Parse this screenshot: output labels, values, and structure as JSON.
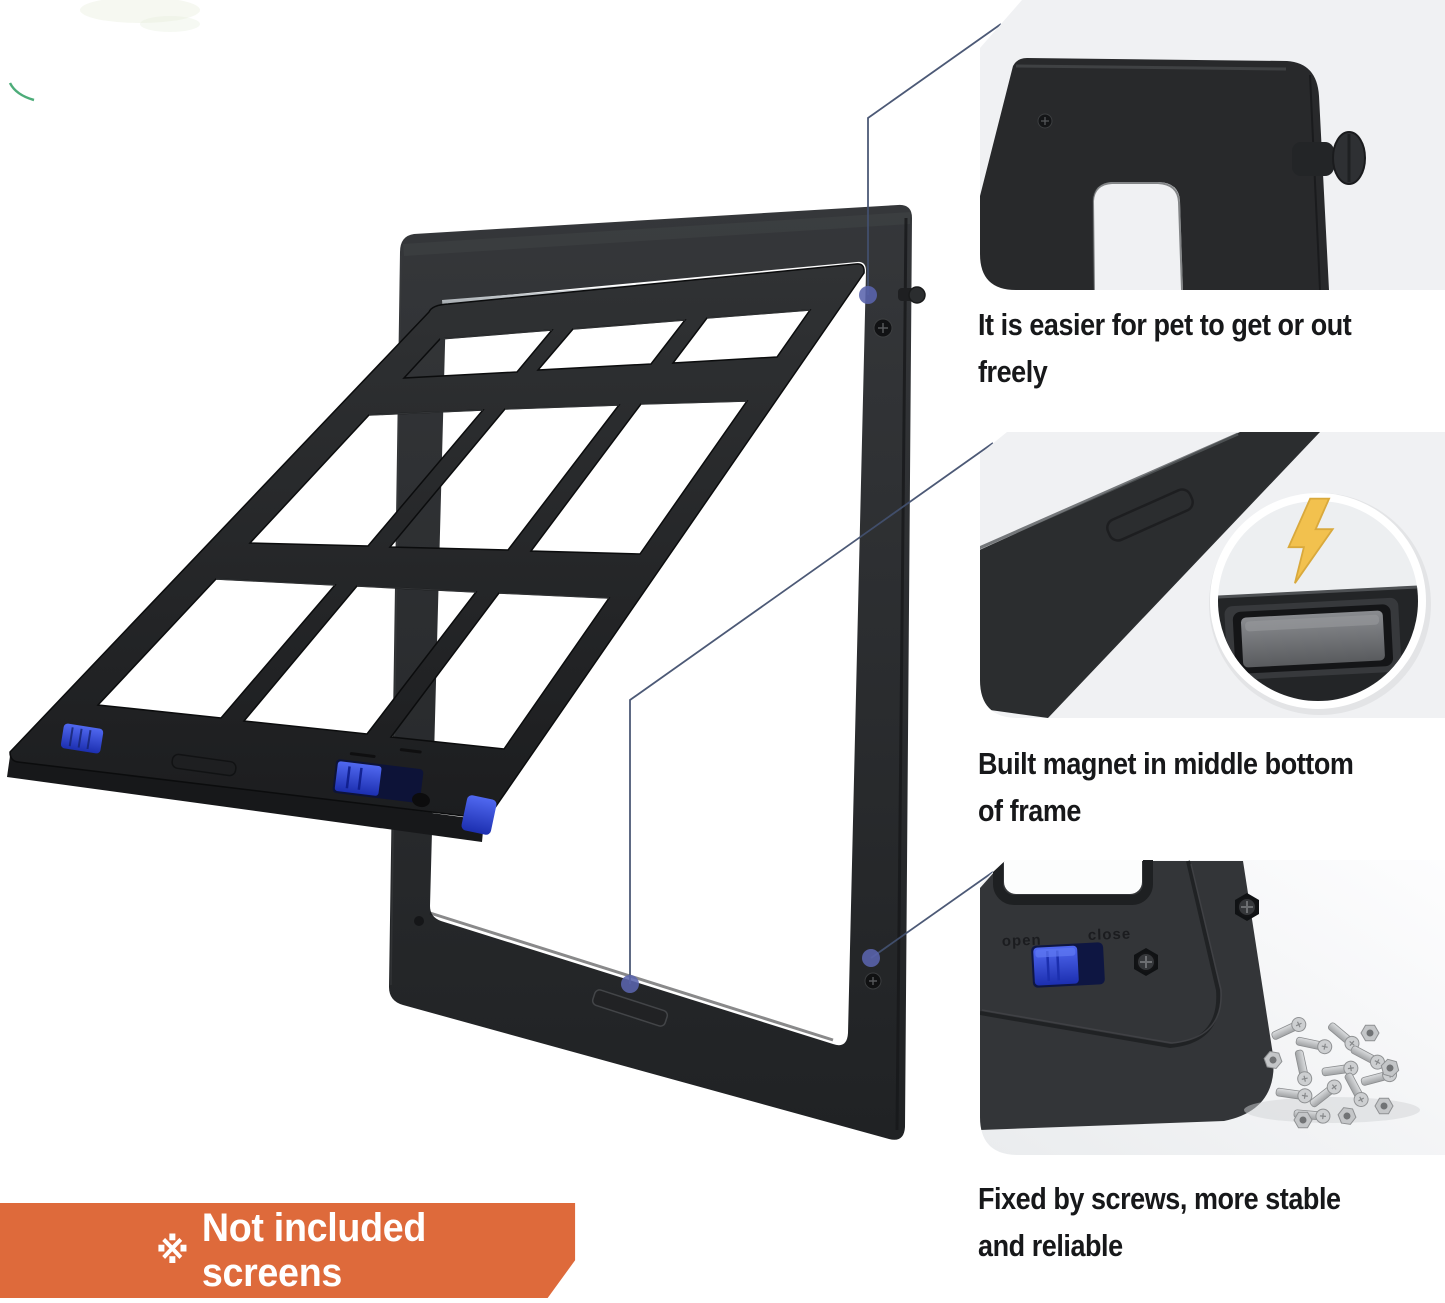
{
  "callouts": [
    {
      "id": "easy-access",
      "label_line1": "It is easier for pet to get or out",
      "label_line2": "freely"
    },
    {
      "id": "built-magnet",
      "label_line1": "Built magnet in middle bottom",
      "label_line2": "of frame"
    },
    {
      "id": "screw-fixed",
      "label_line1": "Fixed by screws, more stable",
      "label_line2": "and reliable"
    }
  ],
  "banner": {
    "symbol": "※",
    "label": "Not included screens"
  },
  "detail_photo_labels": {
    "open": "open",
    "close": "close"
  },
  "icons": {
    "lightning_icon": "yellow lightning bolt (magnetic snap)",
    "callout_dot": "blue anchor dot",
    "screw_icon": "cross-head screw"
  },
  "colors": {
    "accent_orange": "#DE6A3B",
    "callout_text": "#17181A",
    "callout_line": "#42506F",
    "callout_dot": "#5A64AD",
    "latch_blue": "#2B49D8",
    "bolt_yellow": "#F2C14E",
    "frame_dark": "#2A2C2E",
    "panel_bg": "#F0F1F3"
  }
}
